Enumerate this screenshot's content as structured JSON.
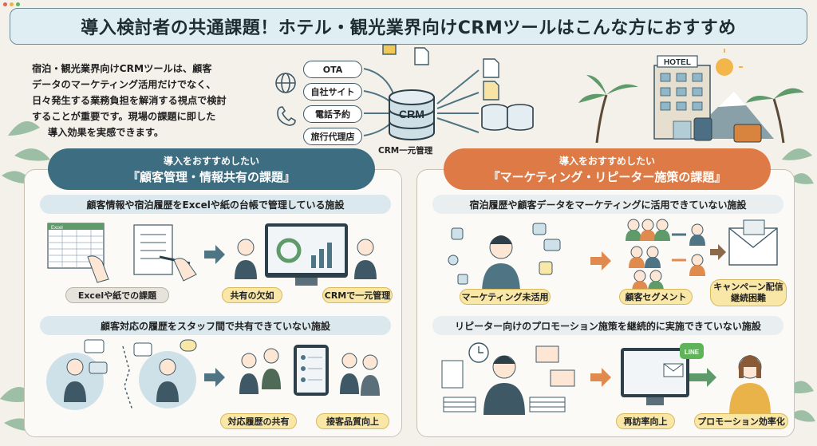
{
  "title": "導入検討者の共通課題！ホテル・観光業界向けCRMツールはこんな方におすすめ",
  "intro": {
    "lines": [
      "宿泊・観光業界向けCRMツールは、顧客",
      "データのマーケティング活用だけでなく、",
      "日々発生する業務負担を解消する視点で検討",
      "することが重要です。現場の課題に即した",
      "導入効果を実感できます。"
    ]
  },
  "diagram": {
    "sources": [
      "OTA",
      "自社サイト",
      "電話予約",
      "旅行代理店"
    ],
    "center": "CRM",
    "center_caption": "CRM一元管理",
    "hotel_sign": "HOTEL"
  },
  "left_panel": {
    "header_line1": "導入をおすすめしたい",
    "header_line2": "『顧客管理・情報共有の課題』",
    "section1": {
      "title": "顧客情報や宿泊履歴をExcelや紙の台帳で管理している施設",
      "labels": [
        "Excelや紙での課題",
        "共有の欠如",
        "CRMで一元管理"
      ],
      "sheet_label": "Excel"
    },
    "section2": {
      "title": "顧客対応の履歴をスタッフ間で共有できていない施設",
      "labels": [
        "対応履歴の共有",
        "接客品質向上"
      ]
    }
  },
  "right_panel": {
    "header_line1": "導入をおすすめしたい",
    "header_line2": "『マーケティング・リピーター施策の課題』",
    "section1": {
      "title": "宿泊履歴や顧客データをマーケティングに活用できていない施設",
      "labels": [
        "マーケティング未活用",
        "顧客セグメント"
      ],
      "label_two_line": [
        "キャンペーン配信",
        "継続困難"
      ]
    },
    "section2": {
      "title": "リピーター向けのプロモーション施策を継続的に実施できていない施設",
      "labels": [
        "再訪率向上",
        "プロモーション効率化"
      ],
      "line_badge": "LINE"
    }
  },
  "colors": {
    "left_header": "#3d6d80",
    "right_header": "#dd7a45",
    "arrow": "#4f7585",
    "arrow_orange": "#e08a4e",
    "bar_blue": "#dbe9ee",
    "bar_orange": "#e9eff1"
  }
}
